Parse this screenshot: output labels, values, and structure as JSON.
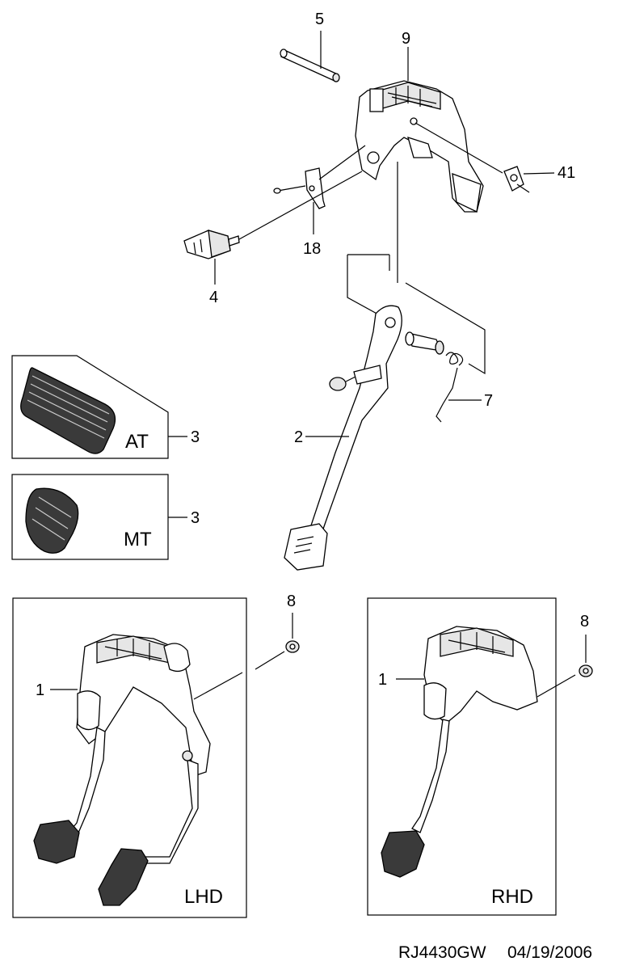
{
  "callouts": {
    "c5": "5",
    "c9": "9",
    "c41": "41",
    "c18": "18",
    "c4": "4",
    "c2": "2",
    "c7": "7",
    "c3a": "3",
    "c3b": "3",
    "c8a": "8",
    "c8b": "8",
    "c1a": "1",
    "c1b": "1"
  },
  "boxes": {
    "at": "AT",
    "mt": "MT",
    "lhd": "LHD",
    "rhd": "RHD"
  },
  "footer": {
    "code": "RJ4430GW",
    "date": "04/19/2006"
  }
}
